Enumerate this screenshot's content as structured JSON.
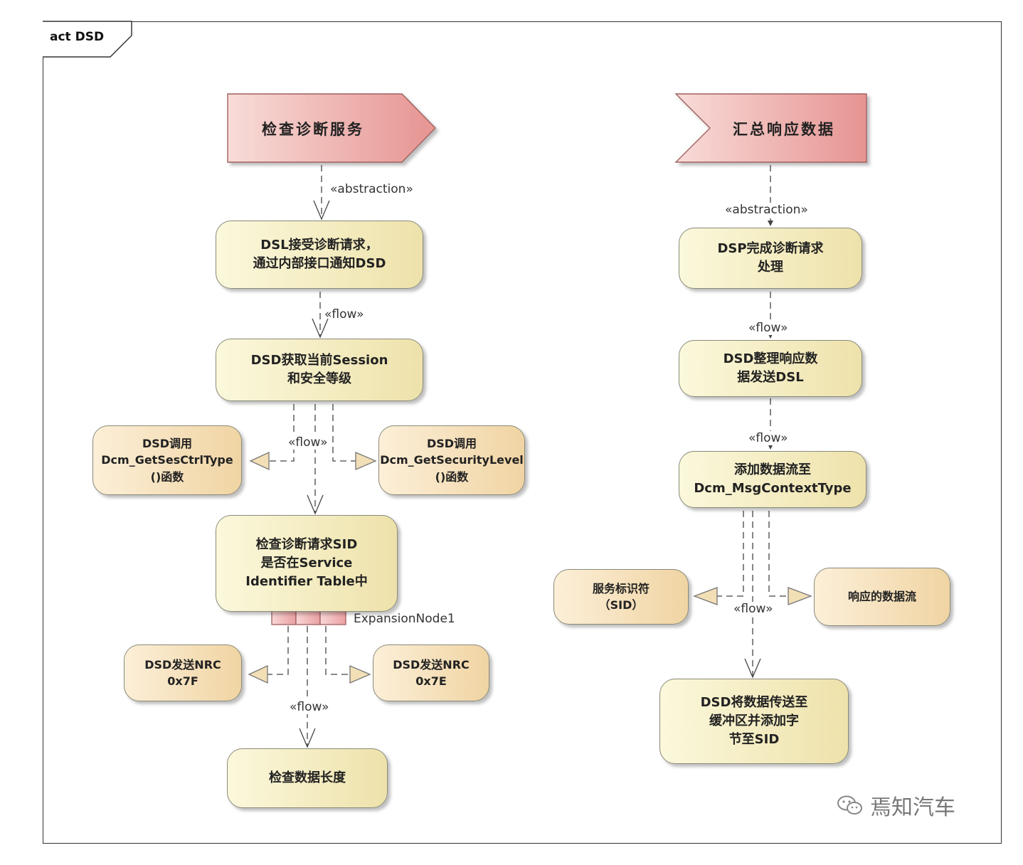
{
  "frame": {
    "name": "act DSD"
  },
  "signals": {
    "send": "检查诊断服务",
    "receive": "汇总响应数据"
  },
  "actions": {
    "dsl_accept": "DSL接受诊断请求，\n通过内部接口通知DSD",
    "dsd_get_session": "DSD获取当前Session\n和安全等级",
    "dsd_call_sesctrl": "DSD调用\nDcm_GetSesCtrlType\n()函数",
    "dsd_call_security": "DSD调用\nDcm_GetSecurityLevel\n()函数",
    "check_sid": "检查诊断请求SID\n是否在Service\nIdentifier Table中",
    "nrc_7f": "DSD发送NRC\n0x7F",
    "nrc_7e": "DSD发送NRC\n0x7E",
    "check_length": "检查数据长度",
    "dsp_complete": "DSP完成诊断请求\n处理",
    "dsd_arrange": "DSD整理响应数\n据发送DSL",
    "add_stream": "添加数据流至\nDcm_MsgContextType",
    "service_id": "服务标识符\n（SID）",
    "response_stream": "响应的数据流",
    "dsd_transfer": "DSD将数据传送至\n缓冲区并添加字\n节至SID"
  },
  "labels": {
    "abstraction_left": "«abstraction»",
    "abstraction_right": "«abstraction»",
    "flow_1": "«flow»",
    "flow_2": "«flow»",
    "flow_3": "«flow»",
    "flow_r1": "«flow»",
    "flow_r2": "«flow»",
    "flow_r3": "«flow»",
    "expansion_node": "ExpansionNode1"
  },
  "watermark": "焉知汽车",
  "colors": {
    "signal_fill_start": "#f6d3d0",
    "signal_fill_end": "#e89a9a",
    "action_fill": "#f4ecc4",
    "call_fill": "#f4dfb8",
    "arrowhead_fill": "#f2dfb6"
  }
}
